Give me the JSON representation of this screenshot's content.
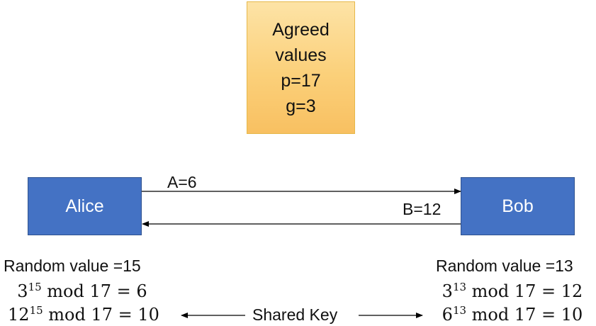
{
  "agreed_box": {
    "lines": [
      "Agreed",
      "values",
      "p=17",
      "g=3"
    ]
  },
  "alice": {
    "label": "Alice"
  },
  "bob": {
    "label": "Bob"
  },
  "messages": {
    "a_to_b": "A=6",
    "b_to_a": "B=12"
  },
  "alice_side": {
    "random_value": "Random value =15",
    "eq1": {
      "base": "3",
      "exp": "15",
      "rest": " mod 17 = 6"
    },
    "eq2": {
      "base": "12",
      "exp": "15",
      "rest": " mod 17 = 10"
    }
  },
  "bob_side": {
    "random_value": "Random value =13",
    "eq1": {
      "base": "3",
      "exp": "13",
      "rest": " mod 17 = 12"
    },
    "eq2": {
      "base": "6",
      "exp": "13",
      "rest": " mod 17 = 10"
    }
  },
  "shared_key": "Shared Key"
}
